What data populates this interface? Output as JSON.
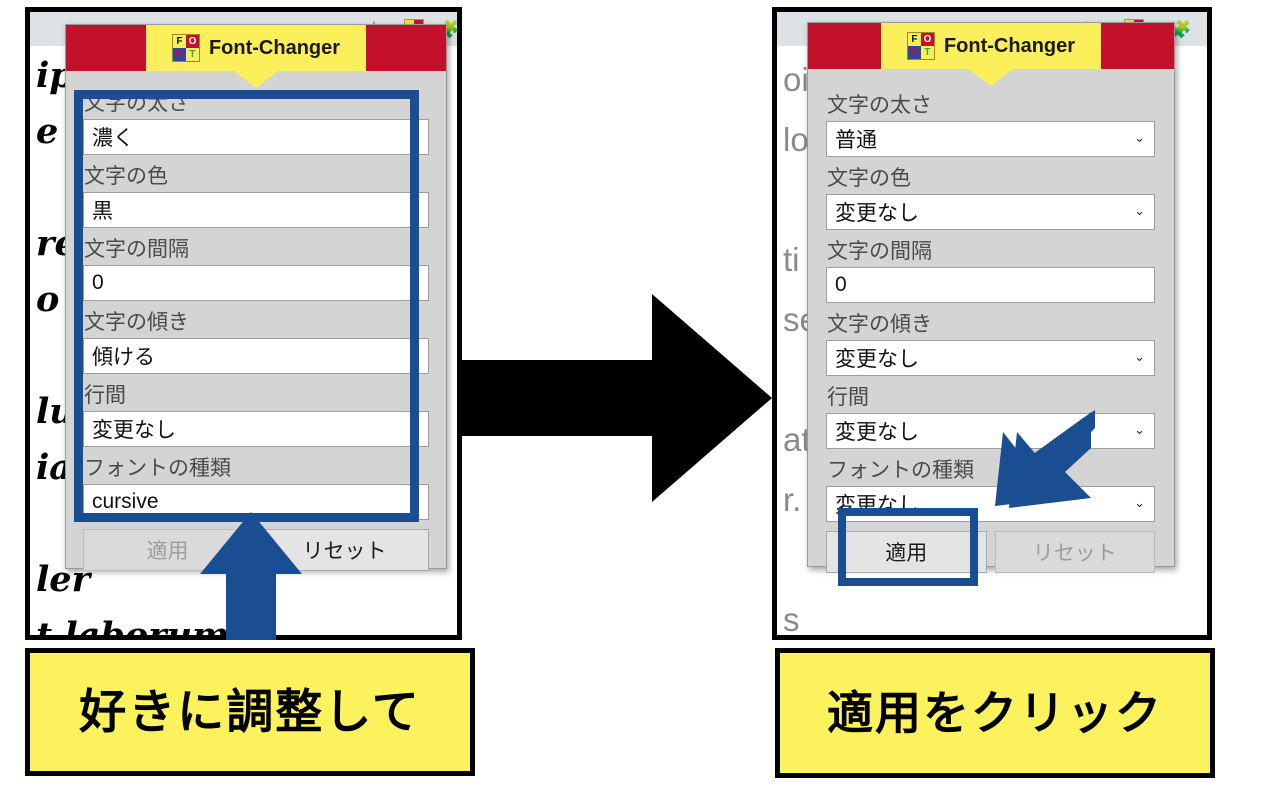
{
  "meta": {
    "accent_blue": "#1a4e93",
    "header_red": "#c3112b",
    "header_yellow": "#fbf05c",
    "caption_yellow": "#fbf25e"
  },
  "panels": [
    {
      "id": "before",
      "browser": {
        "star_icon": "star-icon",
        "extension_icon": "font-changer-extension-icon",
        "puzzle_icon": "puzzle-piece-icon"
      },
      "page_text": "ipi\ne e\n\nrer\no o\n\nlup\niat\n\nler\nt laborum.",
      "popup": {
        "logo_cells": [
          "F",
          "O",
          "N",
          "T"
        ],
        "title": "Font-Changer",
        "fields": [
          {
            "label": "文字の太さ",
            "value": "濃く",
            "type": "select"
          },
          {
            "label": "文字の色",
            "value": "黒",
            "type": "select"
          },
          {
            "label": "文字の間隔",
            "value": "0",
            "type": "text"
          },
          {
            "label": "文字の傾き",
            "value": "傾ける",
            "type": "select"
          },
          {
            "label": "行間",
            "value": "変更なし",
            "type": "select"
          },
          {
            "label": "フォントの種類",
            "value": "cursive",
            "type": "select"
          }
        ],
        "apply_label": "適用",
        "apply_disabled": true,
        "reset_label": "リセット",
        "reset_disabled": false
      }
    },
    {
      "id": "after",
      "browser": {
        "star_icon": "star-icon",
        "extension_icon": "font-changer-extension-icon",
        "puzzle_icon": "puzzle-piece-icon"
      },
      "page_text": "ois\nlo\n\nti\nse\n\nat\nr.\n\ns\norum",
      "popup": {
        "logo_cells": [
          "F",
          "O",
          "N",
          "T"
        ],
        "title": "Font-Changer",
        "fields": [
          {
            "label": "文字の太さ",
            "value": "普通",
            "type": "select"
          },
          {
            "label": "文字の色",
            "value": "変更なし",
            "type": "select"
          },
          {
            "label": "文字の間隔",
            "value": "0",
            "type": "text"
          },
          {
            "label": "文字の傾き",
            "value": "変更なし",
            "type": "select"
          },
          {
            "label": "行間",
            "value": "変更なし",
            "type": "select"
          },
          {
            "label": "フォントの種類",
            "value": "変更なし",
            "type": "select"
          }
        ],
        "apply_label": "適用",
        "apply_disabled": false,
        "reset_label": "リセット",
        "reset_disabled": true
      }
    }
  ],
  "captions": {
    "left": "好きに調整して",
    "right": "適用をクリック"
  },
  "annotations": {
    "transition_arrow": "right-arrow-icon",
    "left_callout_arrow": "up-arrow-icon",
    "right_callout_arrow": "diagonal-arrow-icon",
    "left_highlight": "settings-area-highlight",
    "right_highlight": "apply-button-highlight"
  }
}
